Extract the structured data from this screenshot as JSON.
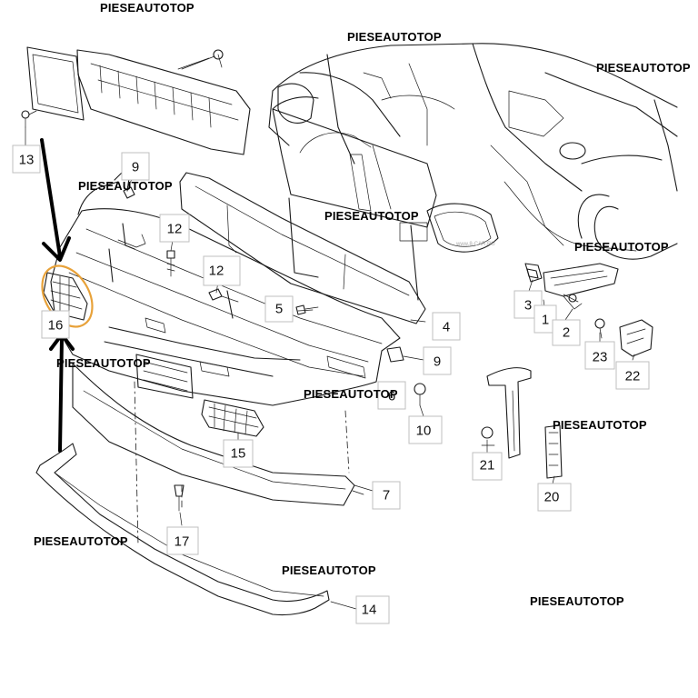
{
  "watermark": "PIESEAUTOTOP",
  "faint_stamp": "www.8-CAR.RU",
  "callouts": {
    "c1": "1",
    "c2": "2",
    "c3": "3",
    "c4": "4",
    "c5": "5",
    "c6": "6",
    "c7": "7",
    "c9a": "9",
    "c9b": "9",
    "c10": "10",
    "c12a": "12",
    "c12b": "12",
    "c13": "13",
    "c14": "14",
    "c15": "15",
    "c16": "16",
    "c17": "17",
    "c20": "20",
    "c21": "21",
    "c22": "22",
    "c23": "23"
  },
  "highlighted_part": "16",
  "colors": {
    "highlight": "#e8a23a",
    "arrows": "#000000",
    "line_art": "#1a1a1a",
    "callout_border": "#bfbfbf"
  }
}
